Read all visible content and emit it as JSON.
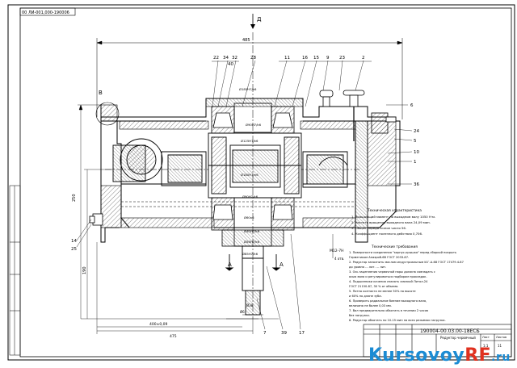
{
  "drawing": {
    "stamp_code": "00 ЛИ-001,000-190006",
    "view_label": "Д",
    "section_label": "А",
    "view_b_label": "В",
    "dimensions": {
      "overall_width": "485",
      "bottom_a": "400±0,09",
      "bottom_b": "475",
      "height_left": "250",
      "height_right": "190",
      "shaft_a": "Ø6",
      "shaft_b": "Ø38",
      "hole_side": "М12-7Н",
      "hole_depth": "4 отв."
    },
    "fits": [
      "Ø185Н7/k6",
      "Ø90Н7/k6",
      "Ø125Н7/k6",
      "Ø180Н7/n6",
      "Ø90Н7/k6",
      "Ø60к6",
      "Ø40Н7/k6",
      "Ø56Н7/k6",
      "Ø85Н7/k6"
    ],
    "callouts_top": [
      "22",
      "34",
      "32",
      "28",
      "11",
      "16",
      "15",
      "9",
      "23",
      "2"
    ],
    "callouts_top_extra": "40",
    "callouts_right": [
      "6",
      "24",
      "5",
      "10",
      "1",
      "36"
    ],
    "callouts_left": [
      "14",
      "25"
    ],
    "callouts_bottom": [
      "7",
      "39",
      "17"
    ],
    "tech_title": "Техническая характеристика",
    "tech_items": [
      "1. Вращающий момент на выходном валу 1050 Н·м.",
      "2. Частота вращения выходного вала 24,09 мин.",
      "3. Общее передаточное число 56.",
      "4. Коэффициент полезного действия 0,706."
    ],
    "req_title": "Технические требования",
    "req_items": [
      "1. Поверхности соединения \"корпус-крышка\" перед сборкой покрыть",
      "Герметиком Анаэроб-6В ГОСТ 2033-87.",
      "2. Редуктор заполнить маслом индустриальным И-Г-А-68 ГОСТ 17479.4-87",
      "до уровня ... лит. ... лит.",
      "3. Ось зацепления червячной пары должна совпадать с",
      "осью вала и регулироваться подбором прокладок.",
      "4. Подшипники качения смазать смазкой Литол-24",
      "ГОСТ 21150-87, 30 % от объема.",
      "5. Пятно контакта не менее 50% по высоте",
      "и 60% по длине зуба.",
      "6. Проверить радиальное биение выходного вала,",
      "величина не более 0,03 мм.",
      "7. Вал предварительно обкатать в течении 2 часов",
      "без нагрузки.",
      "8. Редуктор обкатать по 10-15 мин на всех режимах нагрузки."
    ],
    "title_block": {
      "code": "190004-00.03.00-18ЕСБ",
      "name": "Редуктор червячный",
      "sheet": "Лист",
      "sheets": "Листов",
      "mass": "11",
      "scale": "1:1"
    }
  },
  "watermark": {
    "part1": "Kursovoy",
    "part2": "RF",
    "part3": ".ru"
  }
}
